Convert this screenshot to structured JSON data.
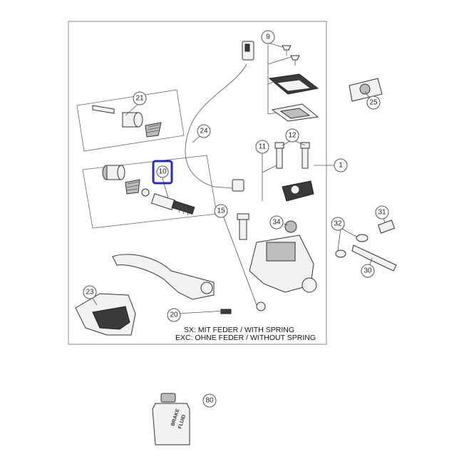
{
  "callouts": {
    "c1": "1",
    "c9": "9",
    "c10": "10",
    "c11": "11",
    "c12": "12",
    "c15": "15",
    "c20": "20",
    "c21": "21",
    "c23": "23",
    "c24": "24",
    "c25": "25",
    "c30": "30",
    "c31": "31",
    "c32": "32",
    "c34": "34",
    "c80": "80"
  },
  "notes": {
    "sx": "SX: MIT FEDER / WITH SPRING",
    "exc": "EXC: OHNE FEDER / WITHOUT SPRING"
  },
  "bottle": {
    "line1": "BRAKE",
    "line2": "FLUID"
  },
  "highlight": {
    "color": "#2b2bb8",
    "target": "10"
  }
}
